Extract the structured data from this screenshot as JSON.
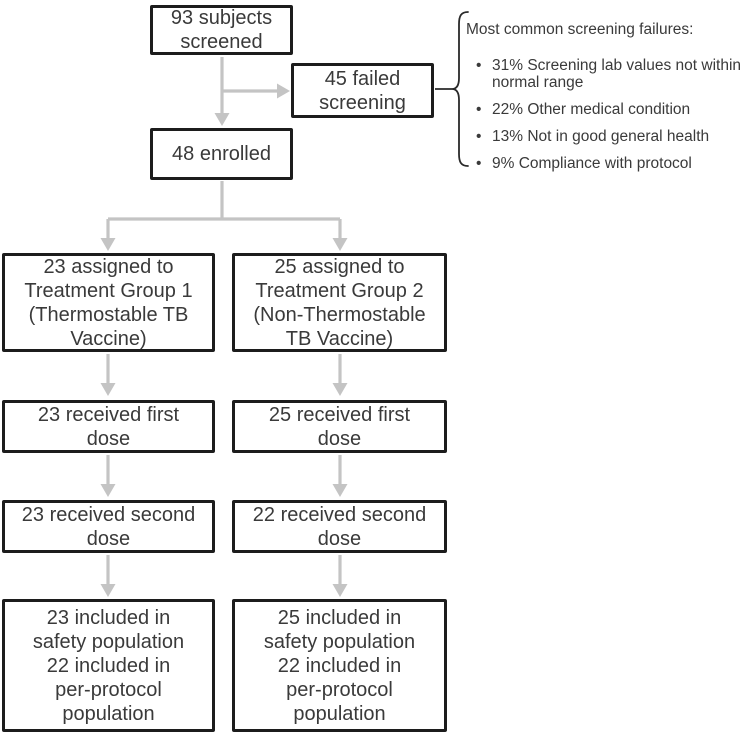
{
  "nodes": {
    "screened": {
      "label": "93 subjects\nscreened"
    },
    "failed_screening": {
      "label": "45 failed\nscreening"
    },
    "enrolled": {
      "label": "48 enrolled"
    },
    "group1": {
      "label": "23 assigned to\nTreatment Group 1\n(Thermostable TB\nVaccine)"
    },
    "group2": {
      "label": "25 assigned to\nTreatment Group 2\n(Non-Thermostable\nTB Vaccine)"
    },
    "first_dose_g1": {
      "label": "23 received first\ndose"
    },
    "first_dose_g2": {
      "label": "25 received first\ndose"
    },
    "second_dose_g1": {
      "label": "23 received second\ndose"
    },
    "second_dose_g2": {
      "label": "22 received second\ndose"
    },
    "final_g1": {
      "label": "23 included in\nsafety population\n22 included in\nper-protocol\npopulation"
    },
    "final_g2": {
      "label": "25 included in\nsafety population\n22 included in\nper-protocol\npopulation"
    }
  },
  "annotation": {
    "title": "Most common screening failures:",
    "bullets": [
      "31% Screening lab values not within normal range",
      "22% Other medical condition",
      "13% Not in good general health",
      "9% Compliance with protocol"
    ]
  },
  "colors": {
    "box_border": "#1c1c1c",
    "text": "#3a3a3a",
    "arrow": "#c4c4c4",
    "brace": "#2a2a2a",
    "background": "#ffffff"
  }
}
